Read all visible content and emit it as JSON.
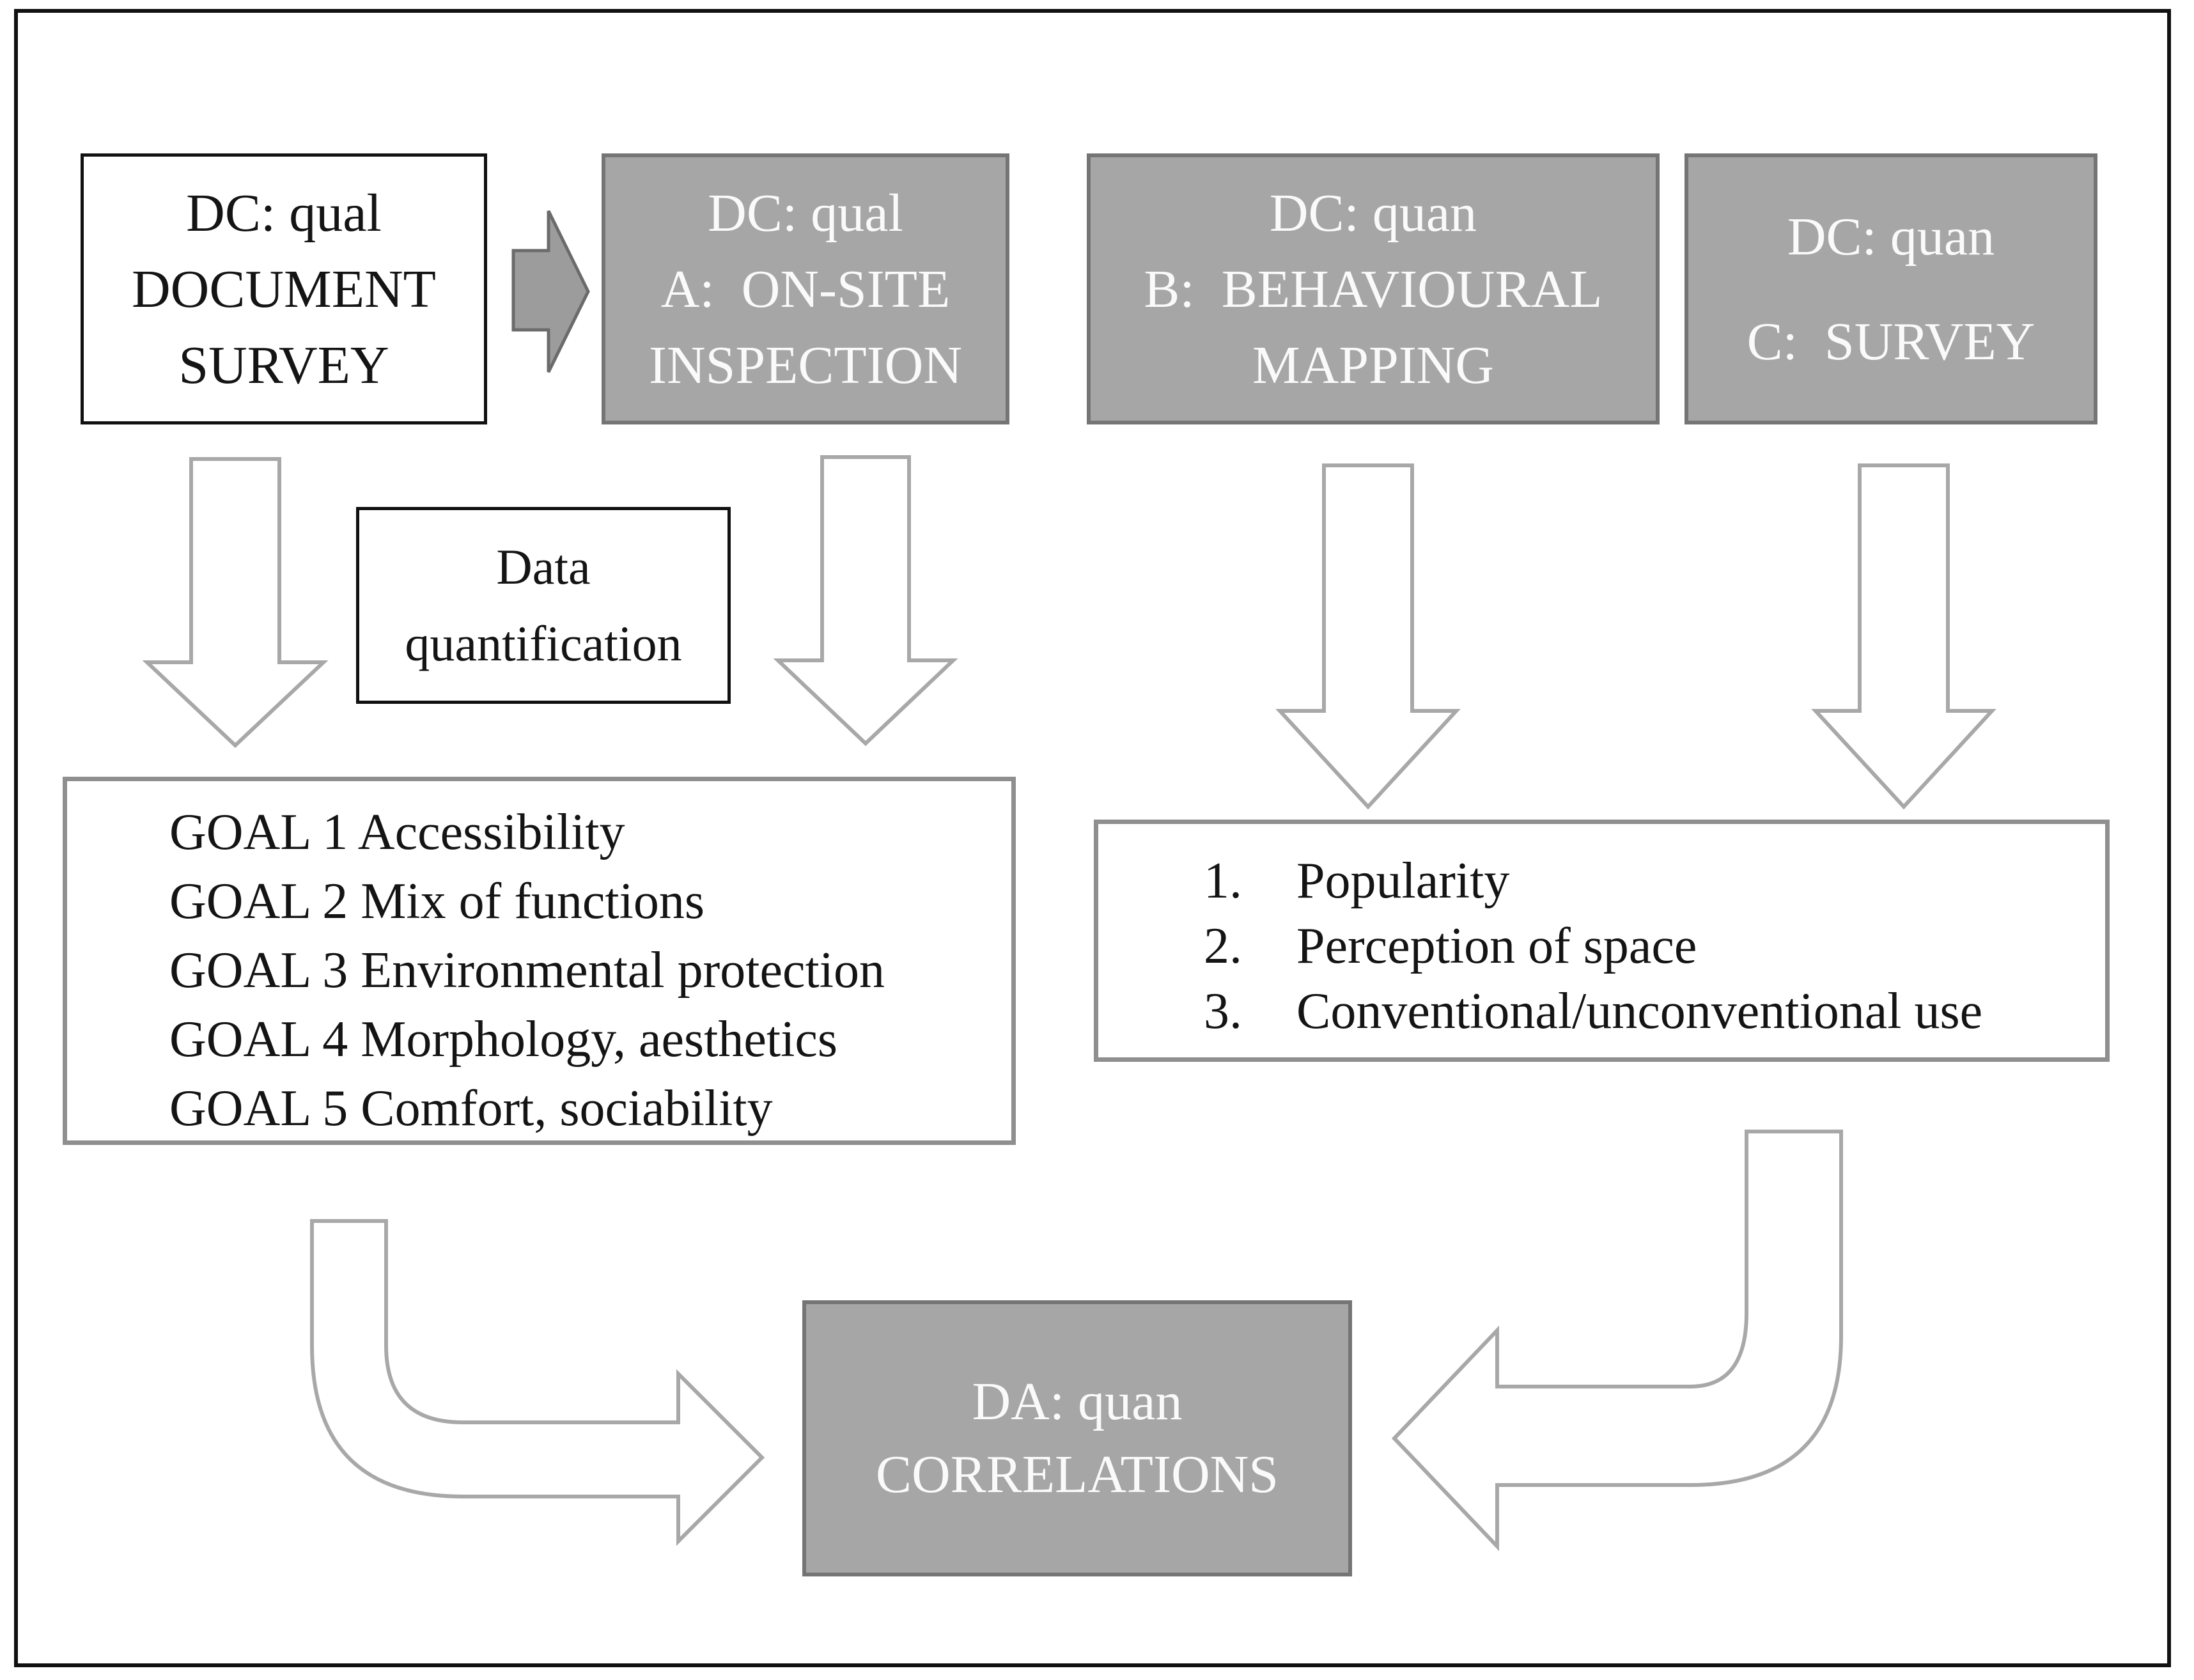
{
  "diagram": {
    "title": "Research design flow diagram",
    "colors": {
      "box_gray_fill": "#a6a6a6",
      "box_gray_border": "#757575",
      "white_box_border": "#111111",
      "light_box_border": "#8f8f8f",
      "arrow_outline": "#a8a8a8",
      "solid_arrow_fill": "#9c9c9c",
      "text_dark": "#141414",
      "text_light": "#fafafa"
    },
    "top_row": {
      "document_survey": {
        "lines": [
          "DC: qual",
          "DOCUMENT",
          "SURVEY"
        ]
      },
      "onsite_inspection": {
        "lines": [
          "DC: qual",
          "A:  ON-SITE",
          "INSPECTION"
        ]
      },
      "behavioural_mapping": {
        "lines": [
          "DC: quan",
          "B:  BEHAVIOURAL",
          "MAPPING"
        ]
      },
      "survey": {
        "lines": [
          "DC: quan",
          "C:  SURVEY"
        ]
      }
    },
    "data_quantification": {
      "lines": [
        "Data",
        "quantification"
      ]
    },
    "goals": {
      "items": [
        "GOAL 1 Accessibility",
        "GOAL 2 Mix of functions",
        "GOAL 3 Environmental protection",
        "GOAL 4 Morphology, aesthetics",
        "GOAL 5 Comfort, sociability"
      ]
    },
    "outcomes": {
      "items": [
        {
          "num": "1.",
          "text": "Popularity"
        },
        {
          "num": "2.",
          "text": "Perception of space"
        },
        {
          "num": "3.",
          "text": "Conventional/unconventional use"
        }
      ]
    },
    "correlations": {
      "lines": [
        "DA: quan",
        "CORRELATIONS"
      ]
    }
  }
}
